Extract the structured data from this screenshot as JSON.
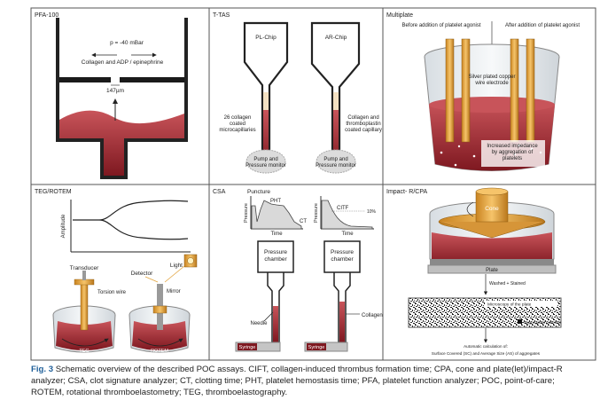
{
  "panels": {
    "pfa": {
      "title": "PFA-100",
      "pressure": "p = -40 mBar",
      "reagent": "Collagen and ADP / epinephrine",
      "aperture": "147µm"
    },
    "ttas": {
      "title": "T-TAS",
      "pl_chip": "PL-Chip",
      "ar_chip": "AR-Chip",
      "pl_note": [
        "26 collagen",
        "coated",
        "microcapillaries"
      ],
      "ar_note": [
        "Collagen and",
        "thromboplastin",
        "coated capillary"
      ],
      "pump": [
        "Pump and",
        "Pressure monitor"
      ]
    },
    "multiplate": {
      "title": "Multiplate",
      "before": "Before addition of platelet agonist",
      "after": "After addition of platelet agonist",
      "electrode": [
        "Silver plated copper",
        "wire electrode"
      ],
      "impedance": [
        "Increased impedance",
        "by aggregation of",
        "platelets"
      ]
    },
    "teg": {
      "title": "TEG/ROTEM",
      "ylabel": "Amplitude",
      "transducer": "Transducer",
      "detector": "Detector",
      "light": "Light",
      "torsion": "Torsion wire",
      "mirror": "Mirror",
      "teg": "TEG",
      "rotem": "ROTEM"
    },
    "csa": {
      "title": "CSA",
      "puncture": "Puncture",
      "pht": "PHT",
      "ct": "CT",
      "citf": "CITF",
      "pct": "10%",
      "pressure": "Pressure",
      "time": "Time",
      "chamber": [
        "Pressure",
        "chamber"
      ],
      "needle": "Needle",
      "collagen": "Collagen",
      "syringe": "Syringe"
    },
    "impact": {
      "title": "Impact- R/CPA",
      "cone": "Cone",
      "plate": "Plate",
      "washed": "Washed + Stained",
      "microscopy": "Microscopy of the plate",
      "aggregated": "Aggregated platelets",
      "calc": "Automatic calculation of:",
      "result": "Surface Covered (SC) and Average Size (AS) of aggregates"
    }
  },
  "caption": {
    "label": "Fig. 3",
    "lines": [
      "Schematic overview of the described POC assays. CIFT, collagen-induced thrombus formation time; CPA, cone and plate(let)/impact-R",
      "analyzer; CSA, clot signature analyzer; CT, clotting time; PHT, platelet hemostasis time; PFA, platelet function analyzer; POC, point-of-care;",
      "ROTEM, rotational thromboelastometry; TEG, thromboelastography."
    ]
  },
  "colors": {
    "blood": "#9b1d26",
    "blood_light": "#c8545a",
    "gold": "#e2a33b",
    "gold_dark": "#a86d17",
    "frame": "#555555"
  }
}
